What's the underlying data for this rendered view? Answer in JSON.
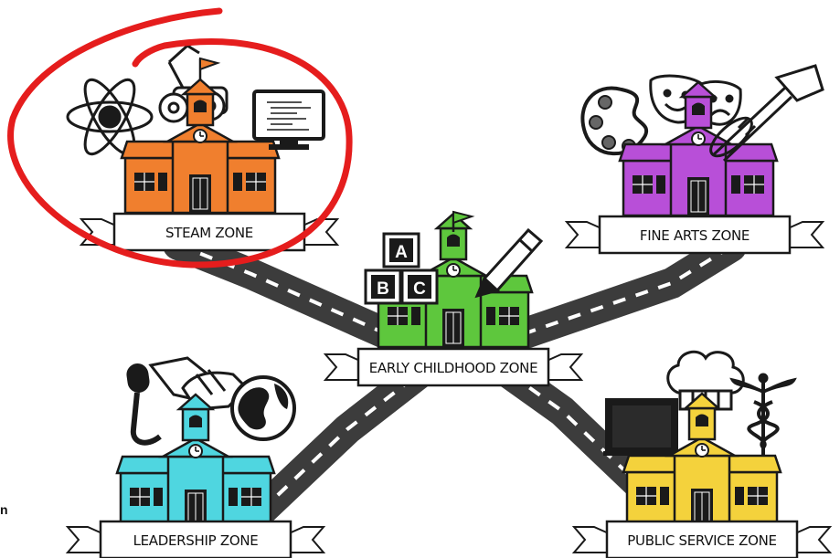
{
  "zones": [
    {
      "id": "steam",
      "label": "STEAM ZONE",
      "color": "#f07f2e",
      "highlighted": true
    },
    {
      "id": "fine-arts",
      "label": "FINE ARTS ZONE",
      "color": "#b84fd8"
    },
    {
      "id": "early-childhood",
      "label": "EARLY CHILDHOOD ZONE",
      "color": "#5ec73d"
    },
    {
      "id": "leadership",
      "label": "LEADERSHIP ZONE",
      "color": "#4fd6e0"
    },
    {
      "id": "public-service",
      "label": "PUBLIC SERVICE ZONE",
      "color": "#f4d23c"
    }
  ],
  "blocks": {
    "a": "A",
    "b": "B",
    "c": "C"
  },
  "corner_fragment": "n",
  "colors": {
    "road": "#3c3c3c",
    "road_dash": "#ffffff",
    "highlight_circle": "#e51d1d",
    "outline": "#1a1a1a"
  },
  "icons": [
    "atom-icon",
    "robot-arm-icon",
    "computer-monitor-icon",
    "paint-palette-icon",
    "theater-masks-icon",
    "trumpet-icon",
    "abc-blocks-icon",
    "crayon-icon",
    "microphone-icon",
    "handshake-icon",
    "globe-icon",
    "chalkboard-icon",
    "chef-hat-icon",
    "caduceus-icon"
  ]
}
